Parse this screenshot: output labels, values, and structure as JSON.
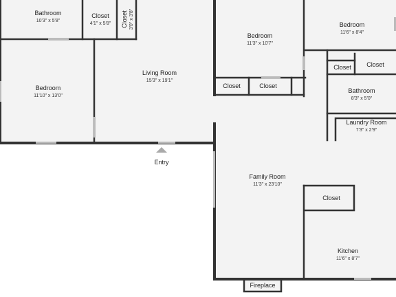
{
  "colors": {
    "wall": "#333333",
    "floor": "#f3f3f3",
    "window": "#bbbbbb",
    "marker": "#aaaaaa"
  },
  "rooms": {
    "bathroom_top_left": {
      "name": "Bathroom",
      "dims": "10'3\" x 5'8\""
    },
    "closet_top_1": {
      "name": "Closet",
      "dims": "4'1\" x 5'8\""
    },
    "closet_top_2": {
      "name": "Closet",
      "dims": "3'0\" x 3'8\""
    },
    "bedroom_left": {
      "name": "Bedroom",
      "dims": "11'10\" x 13'0\""
    },
    "living_room": {
      "name": "Living Room",
      "dims": "15'3\" x 19'1\""
    },
    "bedroom_center": {
      "name": "Bedroom",
      "dims": "11'3\" x 10'7\""
    },
    "closet_mid_1": {
      "name": "Closet"
    },
    "closet_mid_2": {
      "name": "Closet"
    },
    "bedroom_right": {
      "name": "Bedroom",
      "dims": "11'6\" x 8'4\""
    },
    "closet_right_1": {
      "name": "Closet"
    },
    "closet_right_2": {
      "name": "Closet"
    },
    "bathroom_right": {
      "name": "Bathroom",
      "dims": "8'3\" x 5'0\""
    },
    "laundry_room": {
      "name": "Laundry Room",
      "dims": "7'3\" x 2'9\""
    },
    "family_room": {
      "name": "Family Room",
      "dims": "11'3\" x 23'10\""
    },
    "closet_kitchen": {
      "name": "Closet"
    },
    "kitchen": {
      "name": "Kitchen",
      "dims": "11'6\" x 8'7\""
    },
    "fireplace": {
      "name": "Fireplace"
    }
  },
  "entry": {
    "label": "Entry"
  }
}
